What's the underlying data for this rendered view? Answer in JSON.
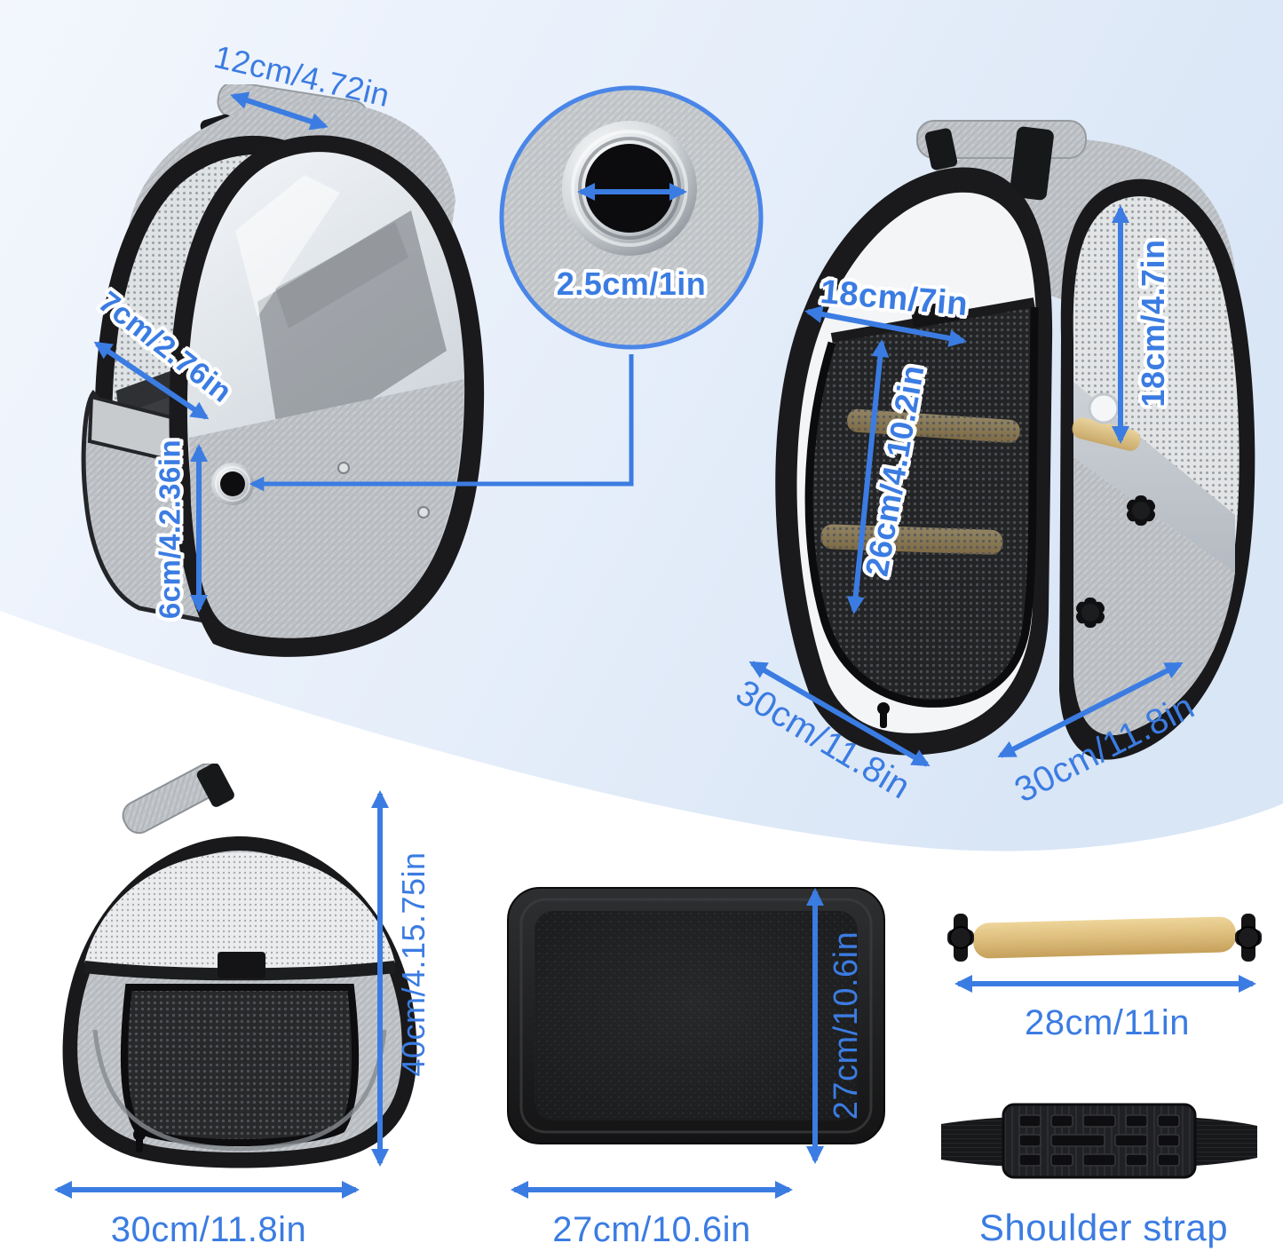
{
  "page": {
    "accent": "#3b7ce2",
    "callout_ring": "#4a86e8",
    "background_top": "#dde9f8",
    "background_bottom": "#ffffff"
  },
  "annotations": {
    "handle_width": "12cm/4.72in",
    "grommet_diameter": "2.5cm/1in",
    "top_flap_depth": "7cm/2.76in",
    "side_hole_height": "6cm/4.2.36in",
    "door_width": "18cm/7in",
    "door_height": "26cm/4.10.2in",
    "window_height": "18cm/4.7in",
    "depth_left": "30cm/11.8in",
    "depth_right": "30cm/11.8in",
    "front_height": "40cm/4.15.75in",
    "front_width": "30cm/11.8in",
    "tray_height": "27cm/10.6in",
    "tray_width": "27cm/10.6in",
    "perch_length": "28cm/11in",
    "shoulder_strap": "Shoulder strap"
  }
}
